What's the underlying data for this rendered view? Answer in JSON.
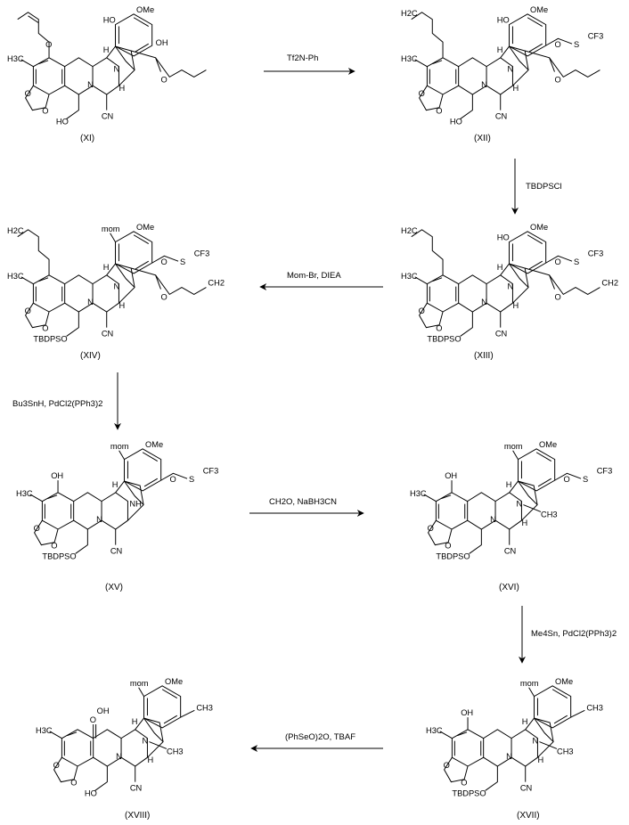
{
  "compounds": [
    {
      "id": "XI",
      "label": "(XI)",
      "groups": [
        "OMe",
        "HO",
        "OH",
        "H",
        "H",
        "N",
        "N",
        "O",
        "O",
        "O",
        "O",
        "CN",
        "HO",
        "H3C"
      ]
    },
    {
      "id": "XII",
      "label": "(XII)",
      "groups": [
        "OMe",
        "HO",
        "O",
        "S",
        "CF3",
        "H2C",
        "H",
        "H",
        "N",
        "N",
        "O",
        "O",
        "O",
        "CN",
        "HO",
        "H3C"
      ]
    },
    {
      "id": "XIII",
      "label": "(XIII)",
      "groups": [
        "OMe",
        "HO",
        "O",
        "S",
        "CF3",
        "H2C",
        "H",
        "H",
        "N",
        "N",
        "O",
        "O",
        "O",
        "CN",
        "TBDPSO",
        "H3C",
        "CH2"
      ]
    },
    {
      "id": "XIV",
      "label": "(XIV)",
      "groups": [
        "mom",
        "OMe",
        "O",
        "S",
        "CF3",
        "H2C",
        "H",
        "H",
        "N",
        "N",
        "O",
        "O",
        "O",
        "CN",
        "TBDPSO",
        "H3C",
        "CH2"
      ]
    },
    {
      "id": "XV",
      "label": "(XV)",
      "groups": [
        "mom",
        "OMe",
        "O",
        "S",
        "CF3",
        "OH",
        "H",
        "NH",
        "N",
        "O",
        "O",
        "CN",
        "TBDPSO",
        "H3C"
      ]
    },
    {
      "id": "XVI",
      "label": "(XVI)",
      "groups": [
        "mom",
        "OMe",
        "O",
        "S",
        "CF3",
        "OH",
        "H",
        "N",
        "CH3",
        "N",
        "O",
        "O",
        "CN",
        "TBDPSO",
        "H3C",
        "H"
      ]
    },
    {
      "id": "XVII",
      "label": "(XVII)",
      "groups": [
        "mom",
        "OMe",
        "CH3",
        "OH",
        "H",
        "N",
        "CH3",
        "N",
        "O",
        "O",
        "CN",
        "TBDPSO",
        "H3C",
        "H"
      ]
    },
    {
      "id": "XVIII",
      "label": "(XVIII)",
      "groups": [
        "mom",
        "OMe",
        "CH3",
        "OH",
        "O",
        "H",
        "N",
        "CH3",
        "N",
        "O",
        "O",
        "CN",
        "HO",
        "H3C",
        "H"
      ]
    }
  ],
  "reagents": {
    "r1": "Tf2N-Ph",
    "r2": "TBDPSCl",
    "r3": "Mom-Br, DIEA",
    "r4": "Bu3SnH, PdCl2(PPh3)2",
    "r5": "CH2O, NaBH3CN",
    "r6": "Me4Sn, PdCl2(PPh3)2",
    "r7": "(PhSeO)2O, TBAF"
  }
}
